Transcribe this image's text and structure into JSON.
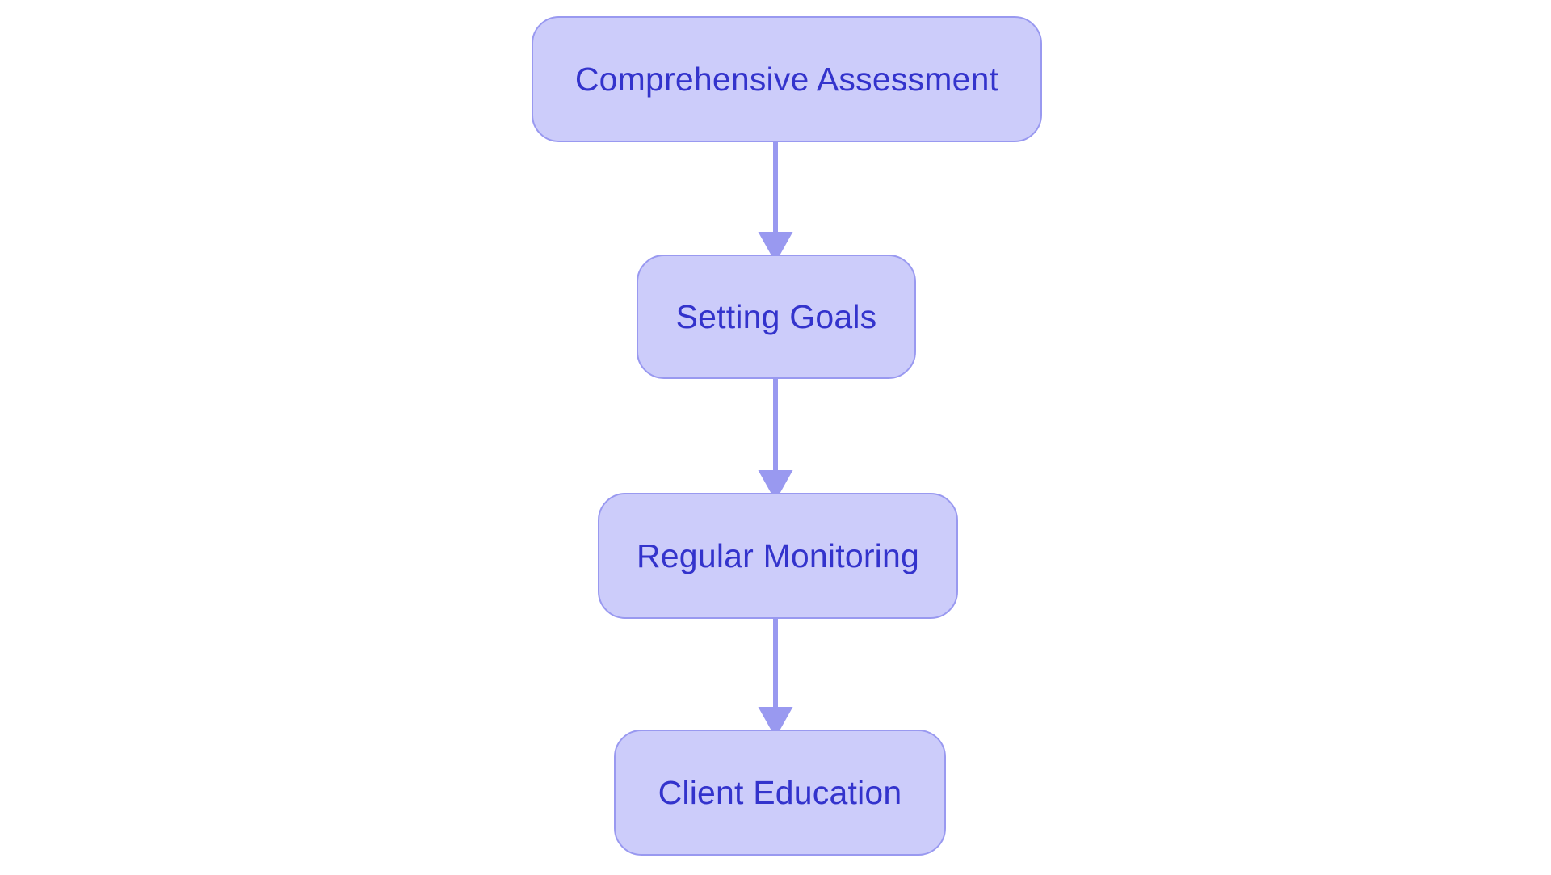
{
  "diagram": {
    "type": "flowchart",
    "orientation": "top-to-bottom",
    "background_color": "#ffffff",
    "node_fill_color": "#ccccfa",
    "node_border_color": "#9999f0",
    "node_text_color": "#3333cc",
    "connector_color": "#9999f0",
    "nodes": [
      {
        "id": "node-0",
        "label": "Comprehensive Assessment"
      },
      {
        "id": "node-1",
        "label": "Setting Goals"
      },
      {
        "id": "node-2",
        "label": "Regular Monitoring"
      },
      {
        "id": "node-3",
        "label": "Client Education"
      }
    ],
    "edges": [
      {
        "id": "edge-0",
        "from": "node-0",
        "to": "node-1",
        "arrowhead": "triangle"
      },
      {
        "id": "edge-1",
        "from": "node-1",
        "to": "node-2",
        "arrowhead": "triangle"
      },
      {
        "id": "edge-2",
        "from": "node-2",
        "to": "node-3",
        "arrowhead": "triangle"
      }
    ]
  }
}
